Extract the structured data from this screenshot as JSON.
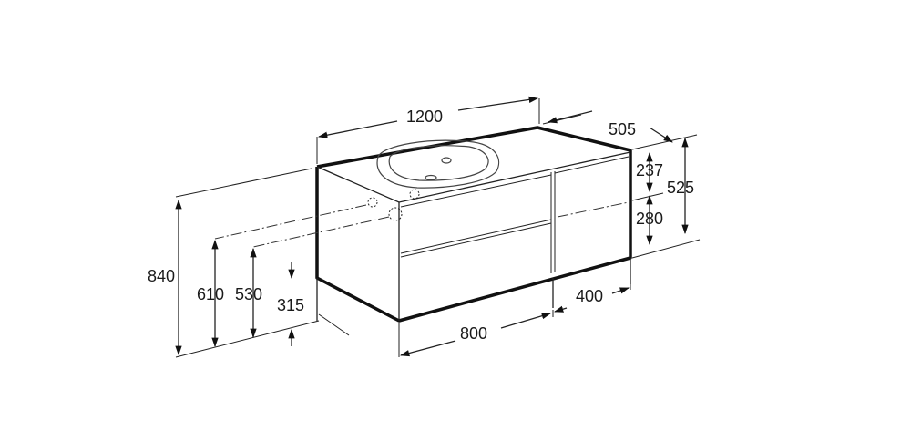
{
  "dimensions": {
    "width_total": "1200",
    "depth": "505",
    "drawer_top": "237",
    "side_height": "525",
    "drawer_bottom": "280",
    "height_total": "840",
    "drain_height_1": "610",
    "drain_height_2": "530",
    "floor_clearance": "315",
    "unit_width_main": "800",
    "unit_width_side": "400"
  }
}
